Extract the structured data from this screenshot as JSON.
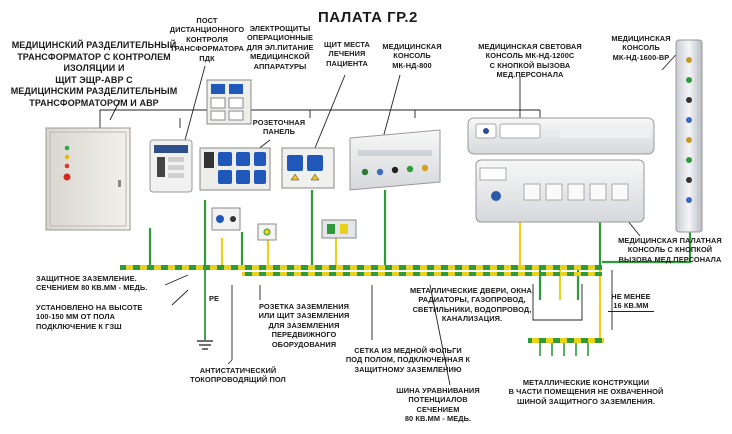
{
  "title": "ПАЛАТА ГР.2",
  "labels": {
    "transformer": [
      "МЕДИЦИНСКИЙ РАЗДЕЛИТЕЛЬНЫЙ",
      "ТРАНСФОРМАТОР С КОНТРОЛЕМ",
      "ИЗОЛЯЦИИ И",
      "ЩИТ ЭЩР-АВР С",
      "МЕДИЦИНСКИМ РАЗДЕЛИТЕЛЬНЫМ",
      "ТРАНСФОРМАТОРОМ И АВР"
    ],
    "post": [
      "ПОСТ",
      "ДИСТАНЦИОННОГО",
      "КОНТРОЛЯ",
      "ТРАНСФОРМАТОРА",
      "ПДК"
    ],
    "sockets": [
      "ЭЛЕКТРОЩИТЫ",
      "ОПЕРАЦИОННЫЕ",
      "ДЛЯ ЭЛ.ПИТАНИЕ",
      "МЕДИЦИНСКОЙ",
      "АППАРАТУРЫ"
    ],
    "patient_panel": [
      "ЩИТ МЕСТА",
      "ЛЕЧЕНИЯ",
      "ПАЦИЕНТА"
    ],
    "console800": [
      "МЕДИЦИНСКАЯ",
      "КОНСОЛЬ",
      "МК-НД-800"
    ],
    "console1200": [
      "МЕДИЦИНСКАЯ СВЕТОВАЯ",
      "КОНСОЛЬ МК-НД-1200С",
      "С КНОПКОЙ ВЫЗОВА",
      "МЕД.ПЕРСОНАЛА"
    ],
    "console1600": [
      "МЕДИЦИНСКАЯ",
      "КОНСОЛЬ",
      "МК-НД-1600-ВР"
    ],
    "socket_panel": [
      "РОЗЕТОЧНАЯ",
      "ПАНЕЛЬ"
    ],
    "ward_console": [
      "МЕДИЦИНСКАЯ ПАЛАТНАЯ",
      "КОНСОЛЬ С КНОПКОЙ",
      "ВЫЗОВА МЕД.ПЕРСОНАЛА"
    ],
    "protective_earth": [
      "ЗАЩИТНОЕ ЗАЗЕМЛЕНИЕ.",
      "СЕЧЕНИЕМ 80 КВ.ММ - МЕДЬ."
    ],
    "installed": [
      "УСТАНОВЛЕНО НА ВЫСОТЕ",
      "100-150 ММ ОТ ПОЛА",
      "ПОДКЛЮЧЕНИЕ К ГЗШ"
    ],
    "pe": "PE",
    "antistatic": [
      "АНТИСТАТИЧЕСКИЙ",
      "ТОКОПРОВОДЯЩИЙ ПОЛ"
    ],
    "earth_socket": [
      "РОЗЕТКА ЗАЗЕМЛЕНИЯ",
      "ИЛИ ЩИТ ЗАЗЕМЛЕНИЯ",
      "ДЛЯ ЗАЗЕМЛЕНИЯ",
      "ПЕРЕДВИЖНОГО",
      "ОБОРУДОВАНИЯ"
    ],
    "metal_doors": [
      "МЕТАЛЛИЧЕСКИЕ ДВЕРИ, ОКНА,",
      "РАДИАТОРЫ, ГАЗОПРОВОД,",
      "СВЕТИЛЬНИКИ, ВОДОПРОВОД,",
      "КАНАЛИЗАЦИЯ."
    ],
    "copper_foil": [
      "СЕТКА ИЗ МЕДНОЙ ФОЛЬГИ",
      "ПОД ПОЛОМ, ПОДКЛЮЧЕННАЯ К",
      "ЗАЩИТНОМУ ЗАЗЕМЛЕНИЮ"
    ],
    "busbar": [
      "ШИНА УРАВНИВАНИЯ",
      "ПОТЕНЦИАЛОВ СЕЧЕНИЕМ",
      "80 КВ.ММ - МЕДЬ."
    ],
    "not_less": [
      "НЕ МЕНЕЕ",
      "16 КВ.ММ"
    ],
    "metal_structures": [
      "МЕТАЛЛИЧЕСКИЕ КОНСТРУКЦИИ",
      "В ЧАСТИ ПОМЕЩЕНИЯ НЕ ОХВАЧЕННОЙ",
      "ШИНОЙ ЗАЩИТНОГО ЗАЗЕМЛЕНИЯ."
    ]
  },
  "colors": {
    "earth_yellow": "#e8d21a",
    "earth_green": "#2f9a3a",
    "wire": "#222222",
    "panel": "#e9e9e4",
    "socket_blue": "#1f58b8"
  }
}
